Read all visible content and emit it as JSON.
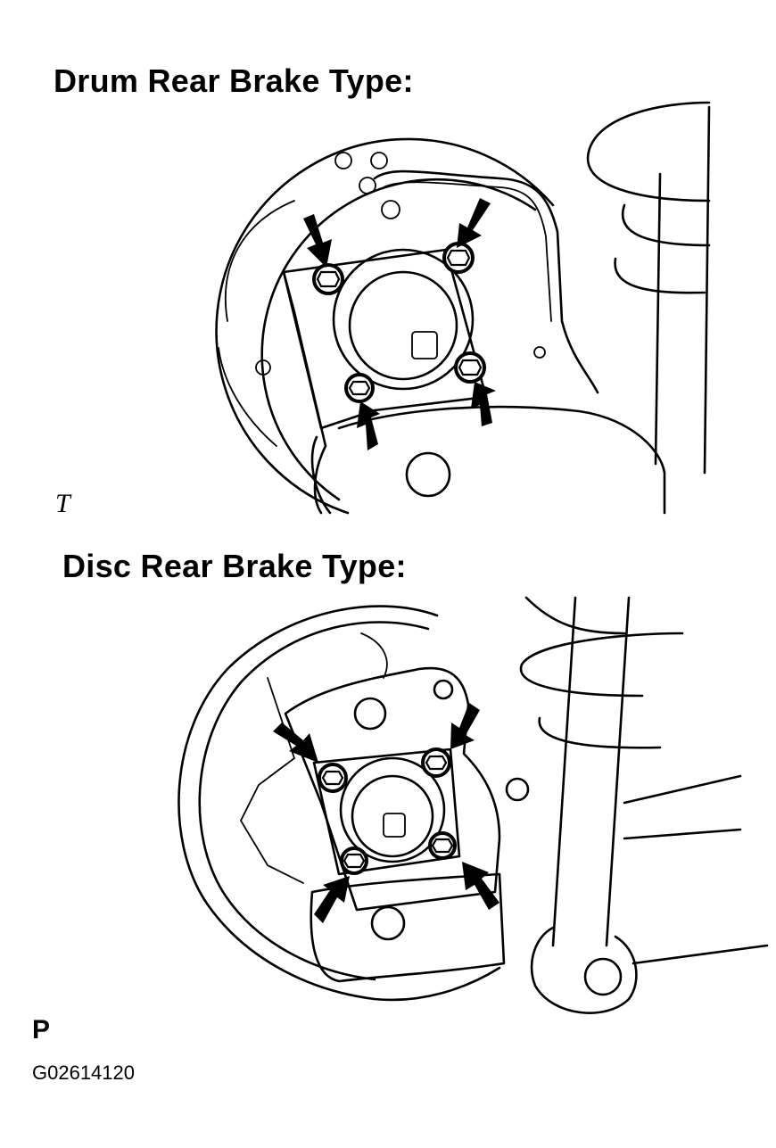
{
  "drum": {
    "title": "Drum Rear Brake Type:"
  },
  "disc": {
    "title": "Disc Rear Brake Type:"
  },
  "marks": {
    "t": "T",
    "p": "P"
  },
  "figure_code": "G02614120"
}
